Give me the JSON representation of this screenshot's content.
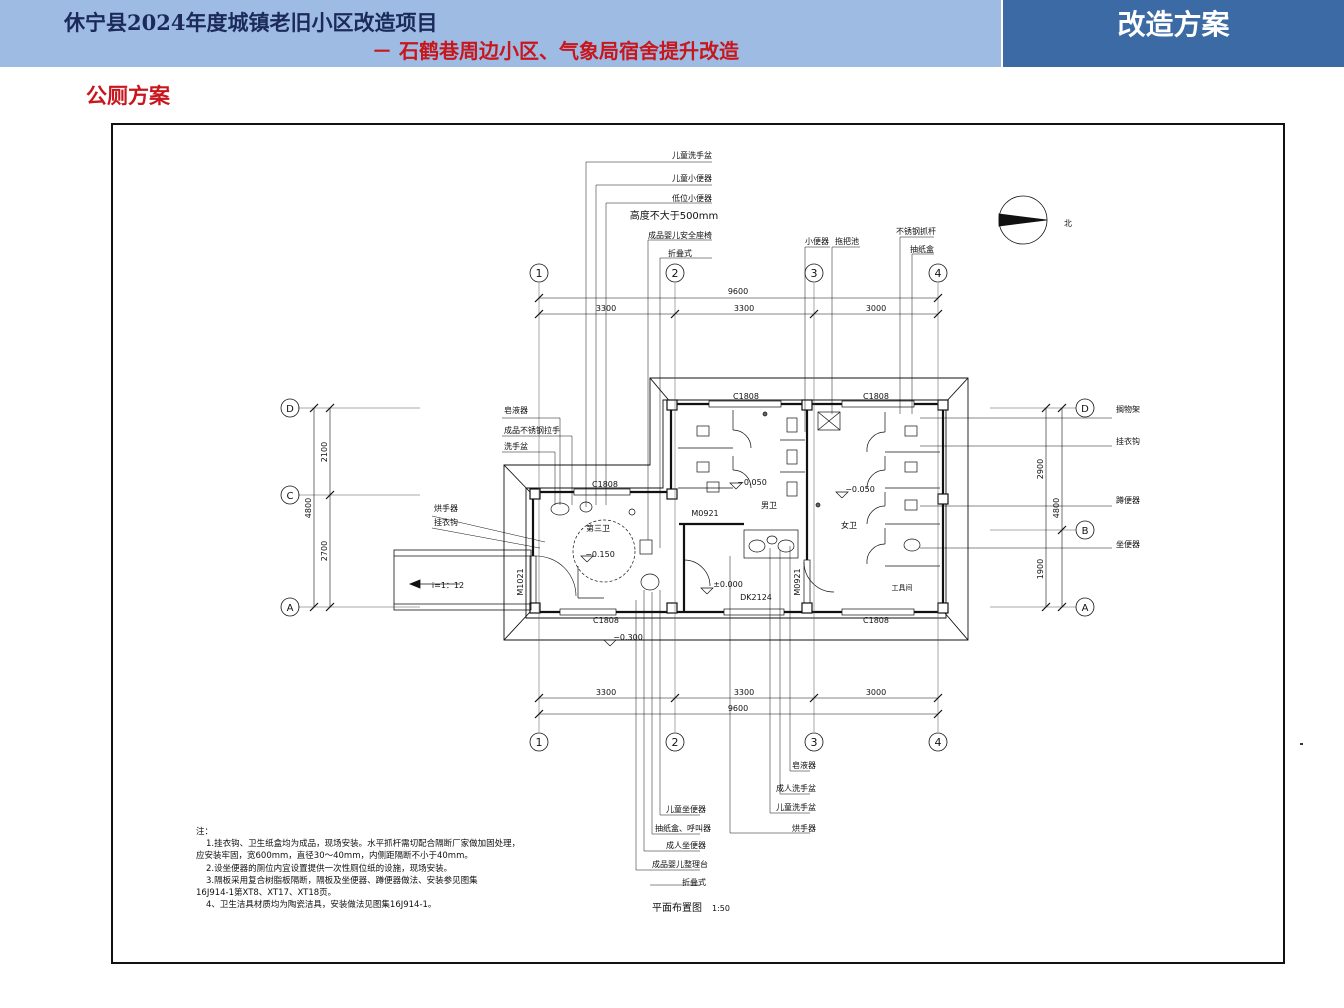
{
  "header": {
    "title": "休宁县2024年度城镇老旧小区改造项目",
    "subtitle": "－ 石鹤巷周边小区、气象局宿舍提升改造",
    "tag": "改造方案"
  },
  "section_title": "公厕方案",
  "colors": {
    "header_light": "#9dbbe3",
    "header_dark": "#3c6aa4",
    "accent_red": "#c8161d",
    "navy": "#1b2a5a"
  },
  "plan": {
    "axes_top": [
      "1",
      "2",
      "3",
      "4"
    ],
    "axes_side": [
      "D",
      "C",
      "B",
      "A"
    ],
    "north_label": "北",
    "dims": {
      "total": "9600",
      "bay1": "3300",
      "bay2": "3300",
      "bay3": "3000",
      "left_total": "4800",
      "left_dc": "2100",
      "left_ca": "2700",
      "right_total": "4800",
      "right_db": "2900",
      "right_ba": "1900"
    },
    "rooms": {
      "third": "第三卫",
      "male": "男卫",
      "female": "女卫",
      "tool": "工具间"
    },
    "openings": {
      "win_c1808": "C1808",
      "door_m0921": "M0921",
      "door_m1021": "M1021",
      "dk": "DK2124"
    },
    "levels": {
      "l_0050": "−0.050",
      "l_0150": "−0.150",
      "l_0000": "±0.000",
      "l_0300": "−0.300"
    },
    "ramp": "i=1：12",
    "callouts_top": [
      "儿童洗手盆",
      "儿童小便器",
      "低位小便器",
      "高度不大于500mm",
      "成品婴儿安全座椅",
      "折叠式",
      "小便器",
      "拖把池",
      "不锈钢抓杆",
      "抽纸盒"
    ],
    "callouts_left": [
      "皂液器",
      "成品不锈钢拉手",
      "洗手盆",
      "烘手器",
      "挂衣钩"
    ],
    "callouts_right": [
      "搁物架",
      "挂衣钩",
      "蹲便器",
      "坐便器"
    ],
    "callouts_bottom": [
      "皂液器",
      "成人洗手盆",
      "儿童洗手盆",
      "烘手器",
      "儿童坐便器",
      "抽纸盒、呼叫器",
      "成人坐便器",
      "成品婴儿整理台",
      "折叠式"
    ],
    "drawing_title": "平面布置图",
    "scale": "1:50"
  },
  "notes": {
    "heading": "注：",
    "lines": [
      "1.挂衣钩、卫生纸盒均为成品，现场安装。水平抓杆需切配合隔断厂家做加固处理，",
      "应安装牢固，宽600mm，直径30～40mm，内侧距隔断不小于40mm。",
      "2.设坐便器的厕位内宜设置提供一次性厕位纸的设施，现场安装。",
      "3.隔板采用复合树脂板隔断，隔板及坐便器、蹲便器做法、安装参见图集",
      "16J914-1第XT8、XT17、XT18页。",
      "4、卫生洁具材质均为陶瓷洁具，安装做法见图集16J914-1。"
    ]
  }
}
